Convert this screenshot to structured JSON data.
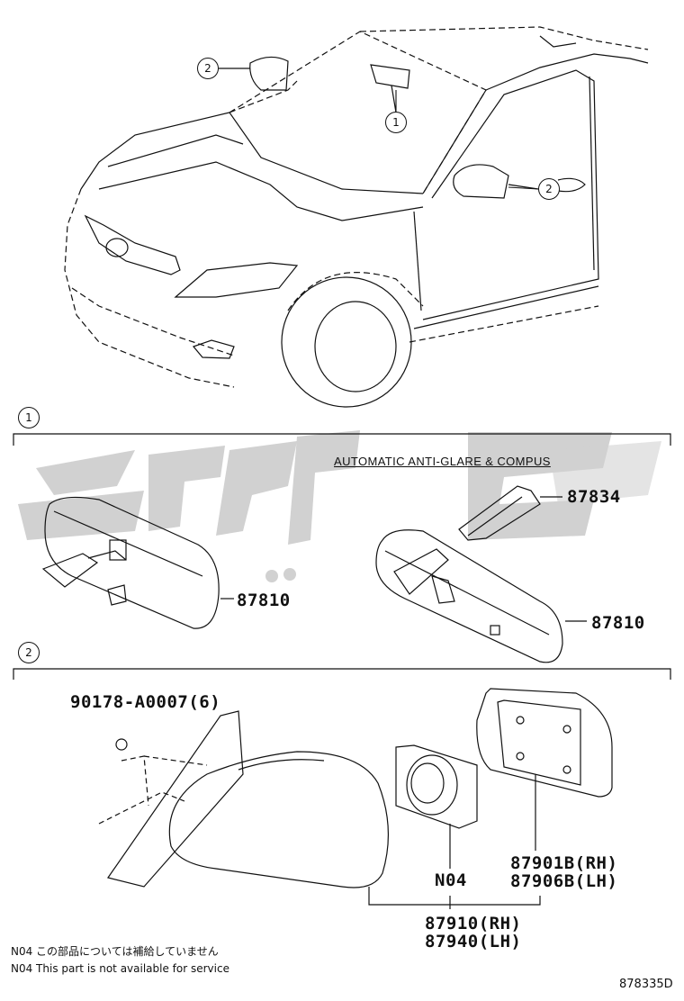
{
  "callouts": {
    "mirror_inner_ref": "1",
    "mirror_outer_ref": "2",
    "section_1_marker": "1",
    "section_2_marker": "2"
  },
  "section_1": {
    "option_heading": "AUTOMATIC ANTI-GLARE & COMPUS",
    "part_inner_mirror_std": "87810",
    "part_inner_mirror_auto": "87810",
    "part_mirror_cover": "87834"
  },
  "section_2": {
    "part_clip": "90178-A0007(6)",
    "part_motor": "N04",
    "part_glass_rh": "87901B(RH)",
    "part_glass_lh": "87906B(LH)",
    "part_assy_rh": "87910(RH)",
    "part_assy_lh": "87940(LH)"
  },
  "notes": {
    "note_jp": "N04 この部品については補給していません",
    "note_en": "N04 This part is not available for service"
  },
  "figure_code": "878335D",
  "watermark_color": "#c9c9c9"
}
